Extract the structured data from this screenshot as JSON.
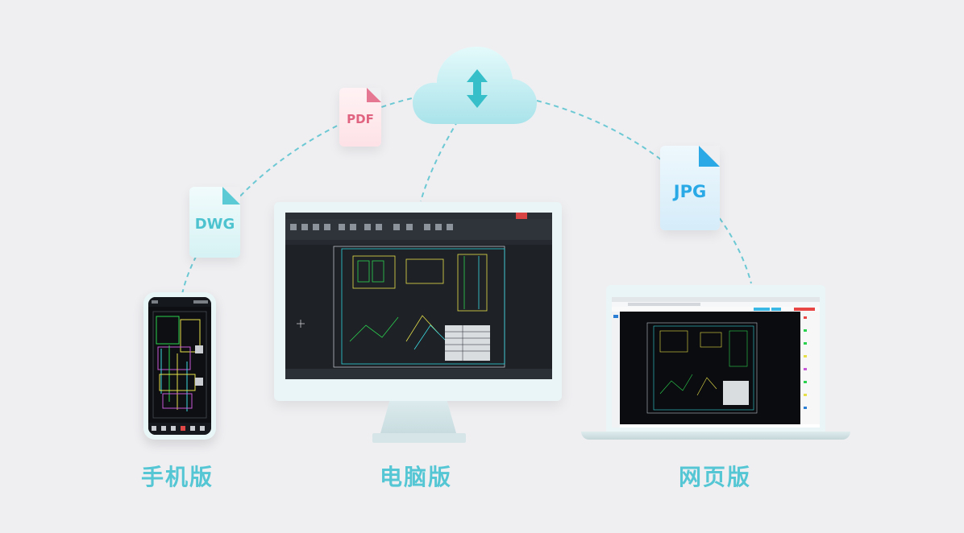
{
  "files": {
    "pdf": "PDF",
    "dwg": "DWG",
    "jpg": "JPG"
  },
  "labels": {
    "phone": "手机版",
    "desktop": "电脑版",
    "web": "网页版"
  },
  "icons": {
    "cloud": "cloud-sync-icon",
    "sync": "up-down-arrow-icon"
  },
  "colors": {
    "background": "#efeff2",
    "accent": "#54c6d4",
    "pdf": "#e06380",
    "dwg": "#4dc3cf",
    "jpg": "#29a9e6",
    "cad_screen": "#1e2126"
  }
}
